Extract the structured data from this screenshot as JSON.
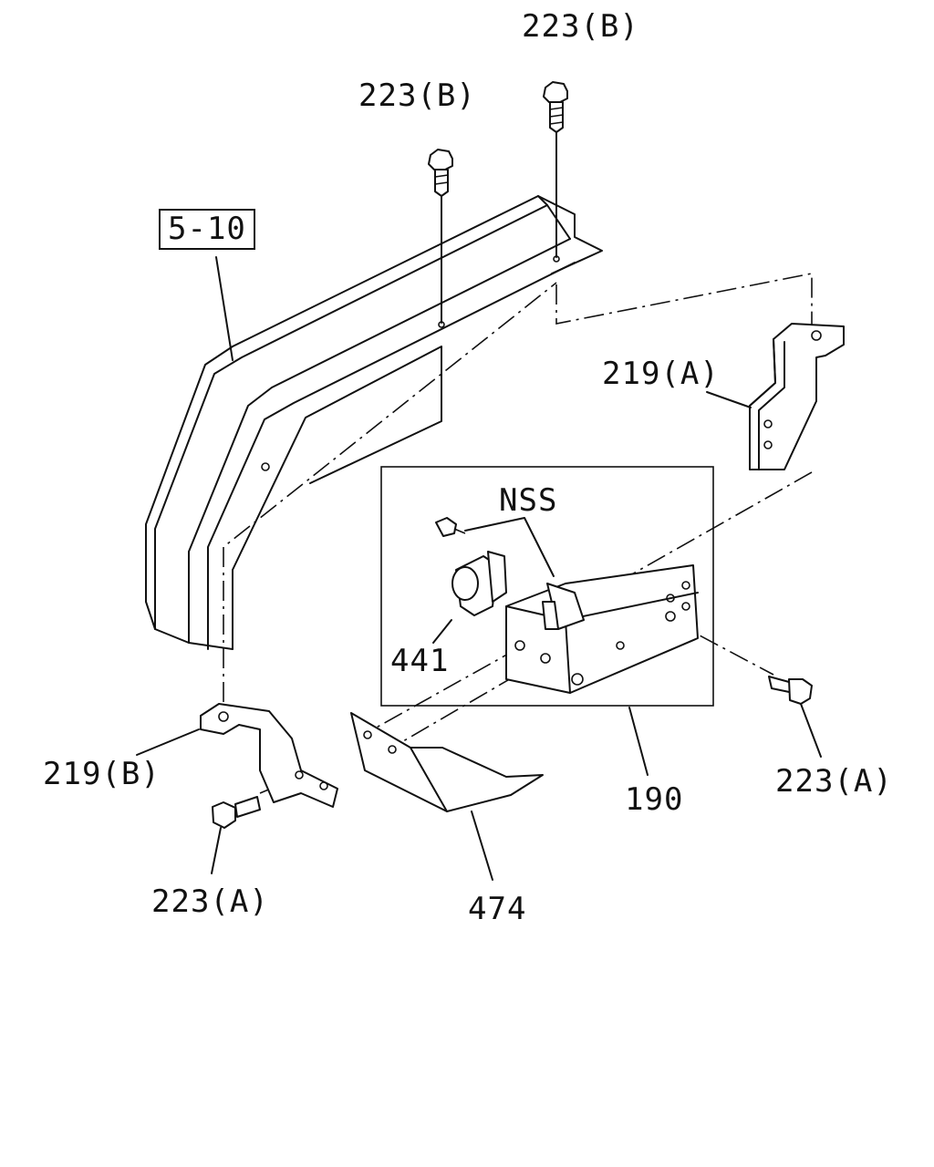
{
  "labels": {
    "ref_5_10": "5-10",
    "bolt_223b_top": "223(B)",
    "bolt_223b_mid": "223(B)",
    "bracket_219a": "219(A)",
    "nss": "NSS",
    "part_441": "441",
    "bracket_219b": "219(B)",
    "part_190": "190",
    "bolt_223a_right": "223(A)",
    "bolt_223a_left": "223(A)",
    "part_474": "474"
  }
}
